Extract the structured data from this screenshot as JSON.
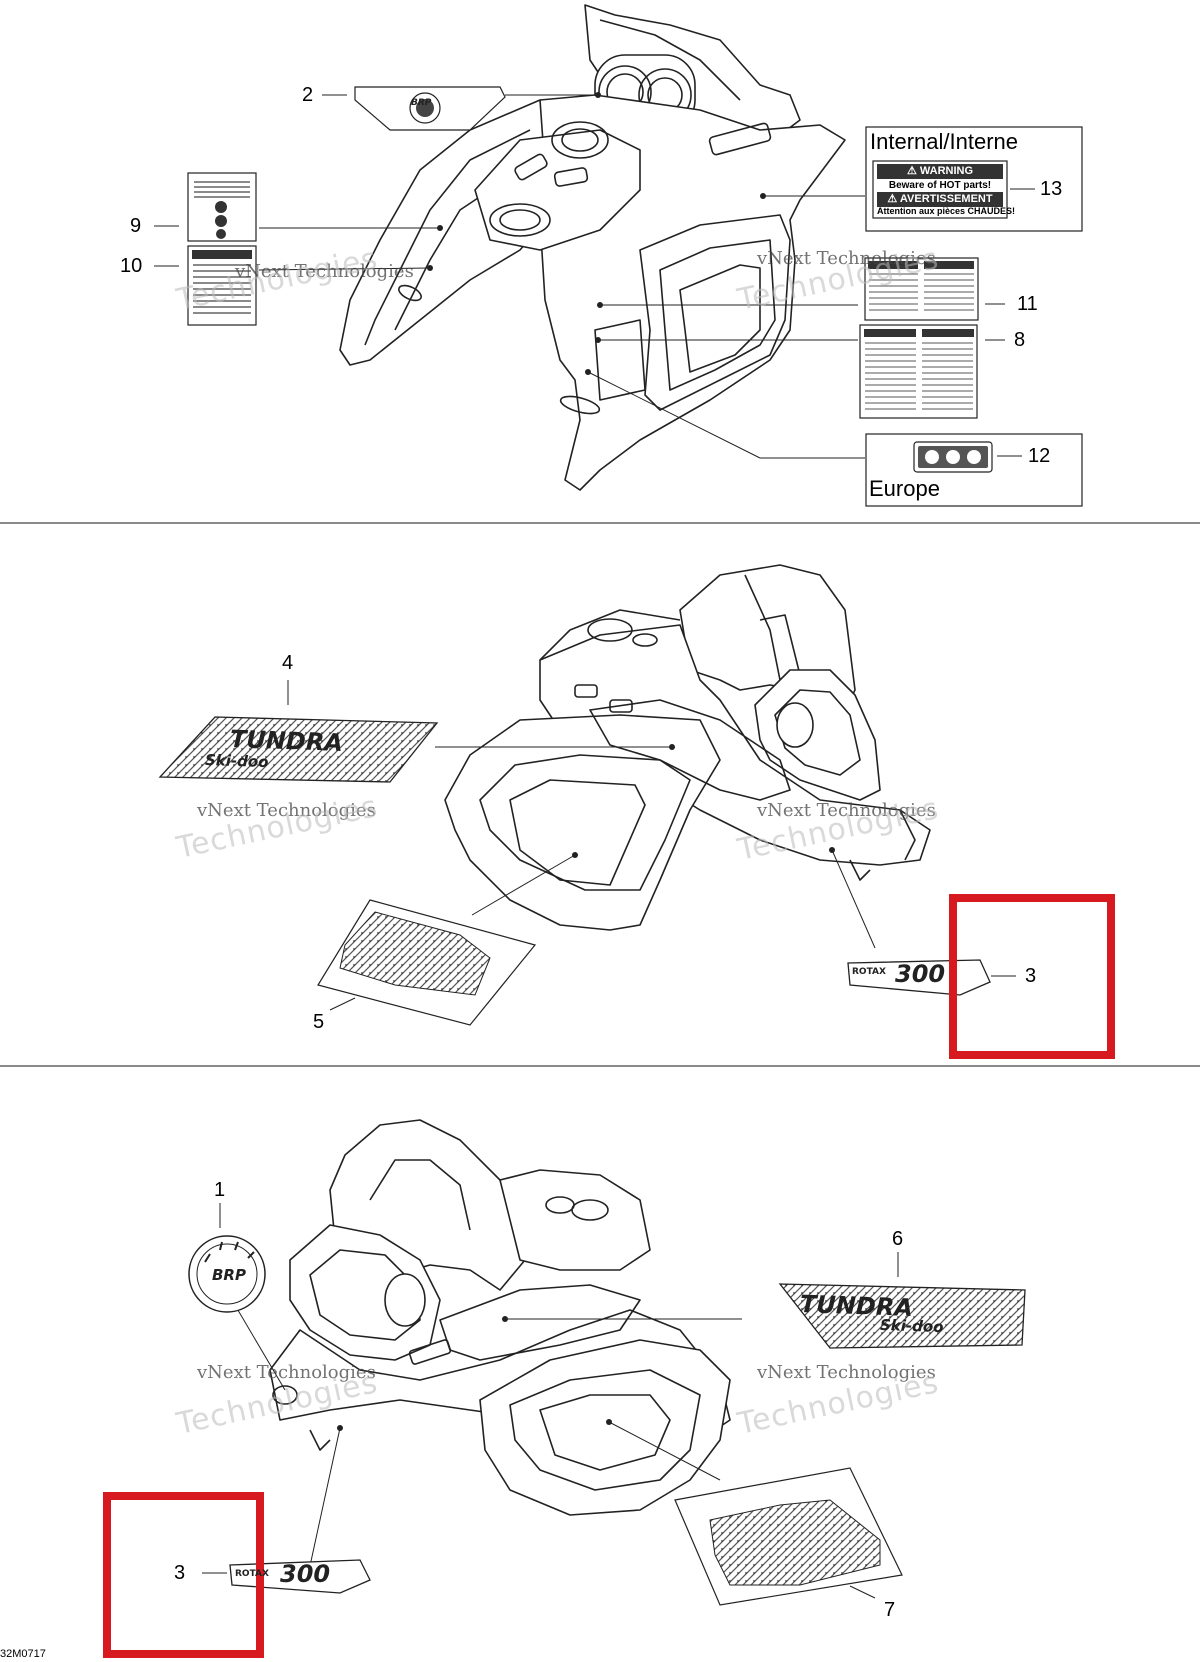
{
  "diagram": {
    "figure_code": "32M0717",
    "watermark_line1": "vNext Technologies",
    "watermark_line2": "Technologies",
    "box_internal_title": "Internal/Interne",
    "box_europe_title": "Europe",
    "warning_label": {
      "header_en": "⚠ WARNING",
      "line_en": "Beware of HOT parts!",
      "header_fr": "⚠ AVERTISSEMENT",
      "line_fr": "Attention aux pièces CHAUDES!"
    },
    "decal_tundra_text": "TUNDRA",
    "decal_skidoo_text": "Ski-doo",
    "decal_rotax_text": "ROTAX",
    "decal_rotax_number": "300",
    "decal_brp_text": "BRP",
    "callouts": {
      "c1": "1",
      "c2": "2",
      "c3a": "3",
      "c3b": "3",
      "c4": "4",
      "c5": "5",
      "c6": "6",
      "c7": "7",
      "c8": "8",
      "c9": "9",
      "c10": "10",
      "c11": "11",
      "c12": "12",
      "c13": "13"
    },
    "highlight_color": "#d71920"
  }
}
